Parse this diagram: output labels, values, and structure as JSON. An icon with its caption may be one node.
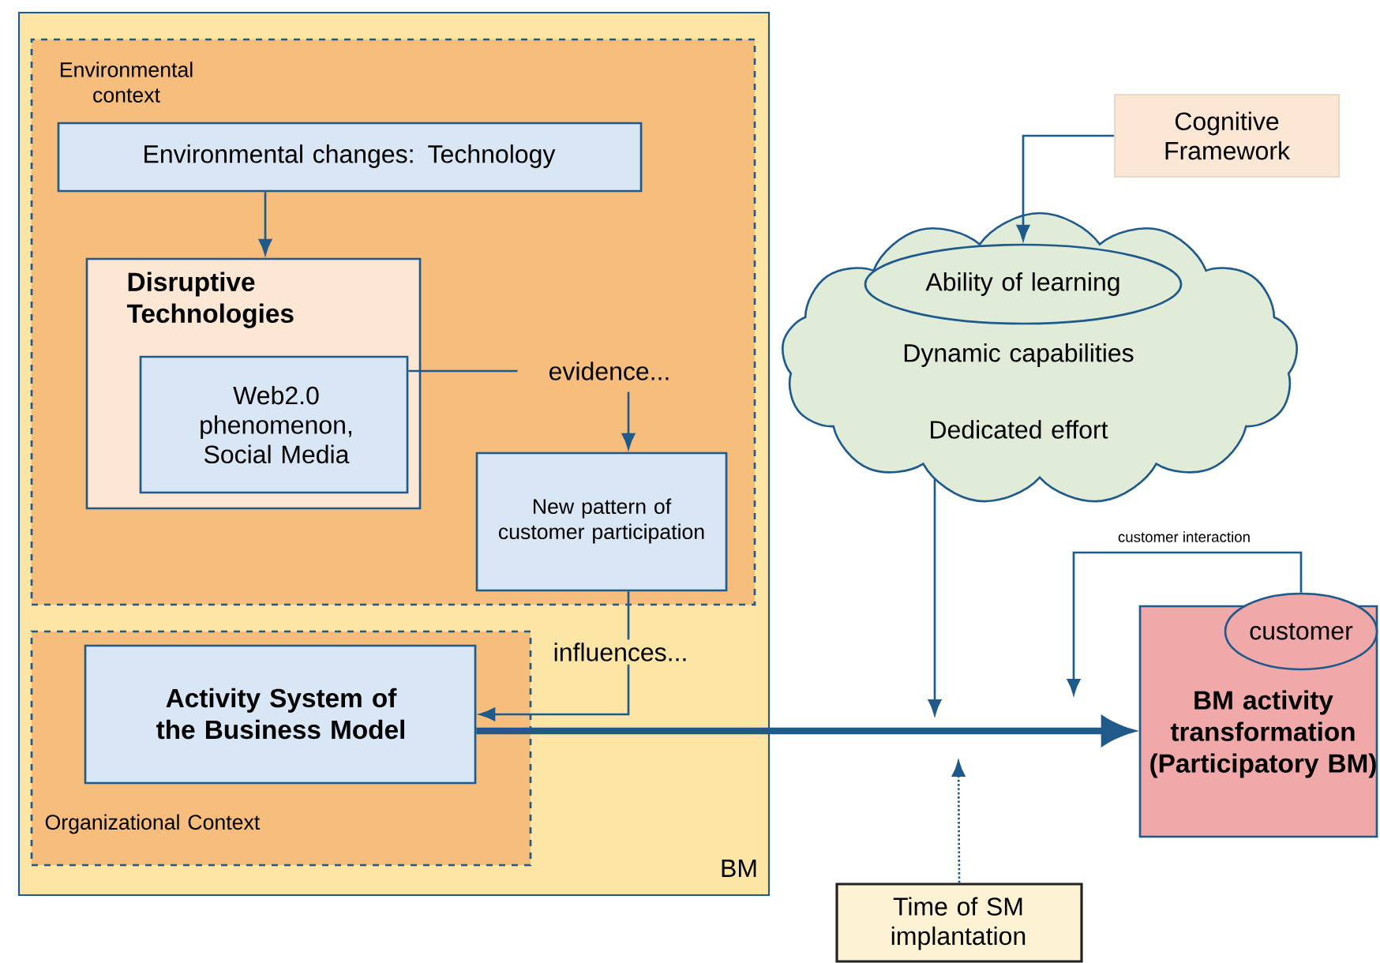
{
  "diagram": {
    "nodes": [
      {
        "text": [
          "BM"
        ]
      },
      {
        "text": [
          "Environmental context"
        ],
        "in": 0
      },
      {
        "text": [
          "Environmental changes: Technology"
        ],
        "in": 1
      },
      {
        "text": [
          "Disruptive Technologies"
        ],
        "in": 1
      },
      {
        "text": [
          "Web2.0 phenomenon, Social Media"
        ],
        "in": 3
      },
      {
        "text": [
          "evidence..."
        ],
        "in": 1
      },
      {
        "text": [
          "New pattern of customer participation"
        ],
        "in": 1
      },
      {
        "text": [
          "Organizational Context"
        ],
        "in": 0
      },
      {
        "text": [
          "Activity System of the Business Model"
        ],
        "in": 7
      },
      {
        "text": [
          "Cognitive Framework"
        ]
      },
      {
        "text": [
          "Dynamic capabilities",
          "Dedicated effort"
        ]
      },
      {
        "text": [
          "Ability of learning"
        ],
        "in": 10
      },
      {
        "text": [
          "BM activity transformation (Participatory BM)"
        ]
      },
      {
        "text": [
          "customer"
        ]
      },
      {
        "text": [
          "Time of SM implantation"
        ]
      }
    ],
    "edges": [
      {
        "from": 2,
        "to": 3,
        "arrow": "to"
      },
      {
        "from": 4,
        "to": 5,
        "arrow": "none"
      },
      {
        "from": 5,
        "to": 6,
        "arrow": "to"
      },
      {
        "from": 6,
        "to": 8,
        "arrow": "to",
        "label": "influences..."
      },
      {
        "from": 8,
        "to": 12,
        "arrow": "to",
        "style": "thick"
      },
      {
        "from": 9,
        "to": 11,
        "arrow": "to"
      },
      {
        "from": 10,
        "to": null,
        "arrow": "to"
      },
      {
        "from": 13,
        "to": null,
        "arrow": "to",
        "label": "customer interaction"
      },
      {
        "from": 14,
        "to": null,
        "arrow": "to",
        "style": "dashed"
      }
    ]
  }
}
